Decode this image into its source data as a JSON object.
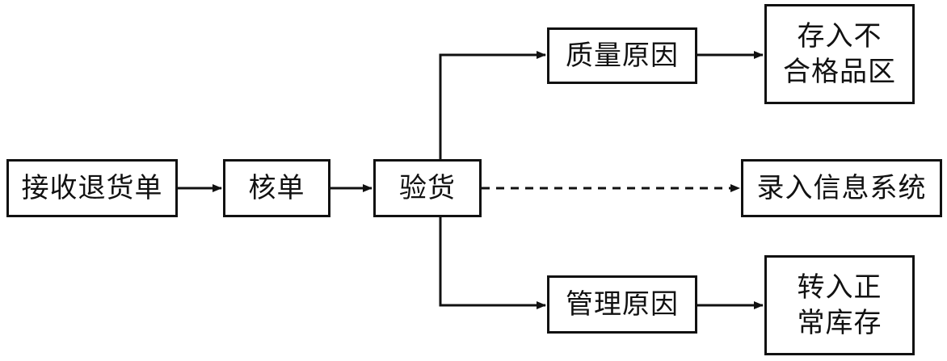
{
  "diagram": {
    "nodes": {
      "receive": "接收退货单",
      "check": "核单",
      "inspect": "验货",
      "quality_reason": "质量原因",
      "reject_store_line1": "存入不",
      "reject_store_line2": "合格品区",
      "record": "录入信息系统",
      "management_reason": "管理原因",
      "normal_store_line1": "转入正",
      "normal_store_line2": "常库存"
    },
    "edges": [
      {
        "from": "receive",
        "to": "check",
        "style": "solid"
      },
      {
        "from": "check",
        "to": "inspect",
        "style": "solid"
      },
      {
        "from": "inspect",
        "to": "quality_reason",
        "style": "solid"
      },
      {
        "from": "inspect",
        "to": "management_reason",
        "style": "solid"
      },
      {
        "from": "inspect",
        "to": "record",
        "style": "dashed"
      },
      {
        "from": "quality_reason",
        "to": "reject_store",
        "style": "solid"
      },
      {
        "from": "management_reason",
        "to": "normal_store",
        "style": "solid"
      }
    ],
    "colors": {
      "stroke": "#111111",
      "background": "#ffffff"
    }
  }
}
